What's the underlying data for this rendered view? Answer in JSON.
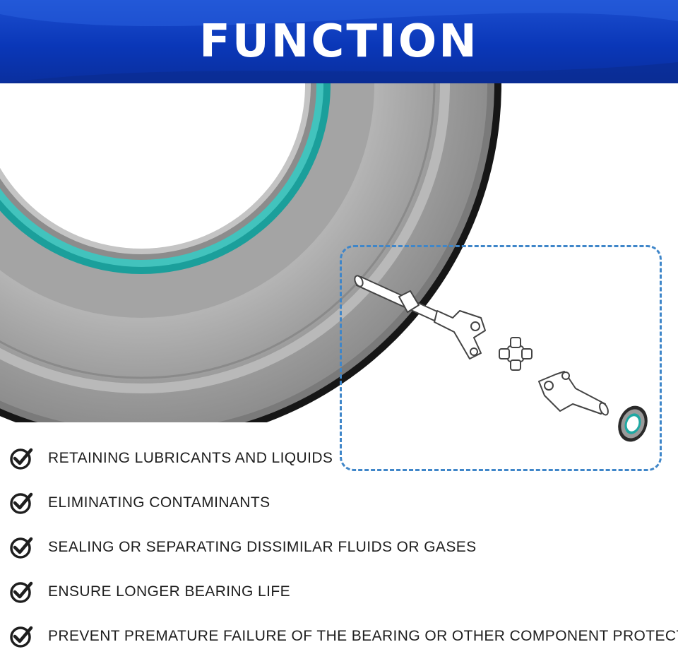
{
  "header": {
    "title": "FUNCTION",
    "colors": {
      "banner": "#0a37b8",
      "title": "#ffffff"
    }
  },
  "illustration": {
    "subject": "oil-seal",
    "colors": {
      "metal": "#8f8f8f",
      "lip": "#1fa8a3",
      "rubber": "#1a1a1a",
      "frame": "#3f86c9"
    }
  },
  "diagram": {
    "parts": [
      "shaft-icon",
      "yoke-icon",
      "u-joint-icon",
      "slip-yoke-icon",
      "seal-icon"
    ]
  },
  "features": [
    {
      "icon": "check-circle-icon",
      "text": "RETAINING LUBRICANTS AND LIQUIDS"
    },
    {
      "icon": "check-circle-icon",
      "text": "ELIMINATING CONTAMINANTS"
    },
    {
      "icon": "check-circle-icon",
      "text": "SEALING OR SEPARATING DISSIMILAR FLUIDS OR GASES"
    },
    {
      "icon": "check-circle-icon",
      "text": "ENSURE LONGER BEARING LIFE"
    },
    {
      "icon": "check-circle-icon",
      "text": "PREVENT PREMATURE FAILURE OF THE BEARING OR OTHER COMPONENT PROTECTED."
    }
  ]
}
